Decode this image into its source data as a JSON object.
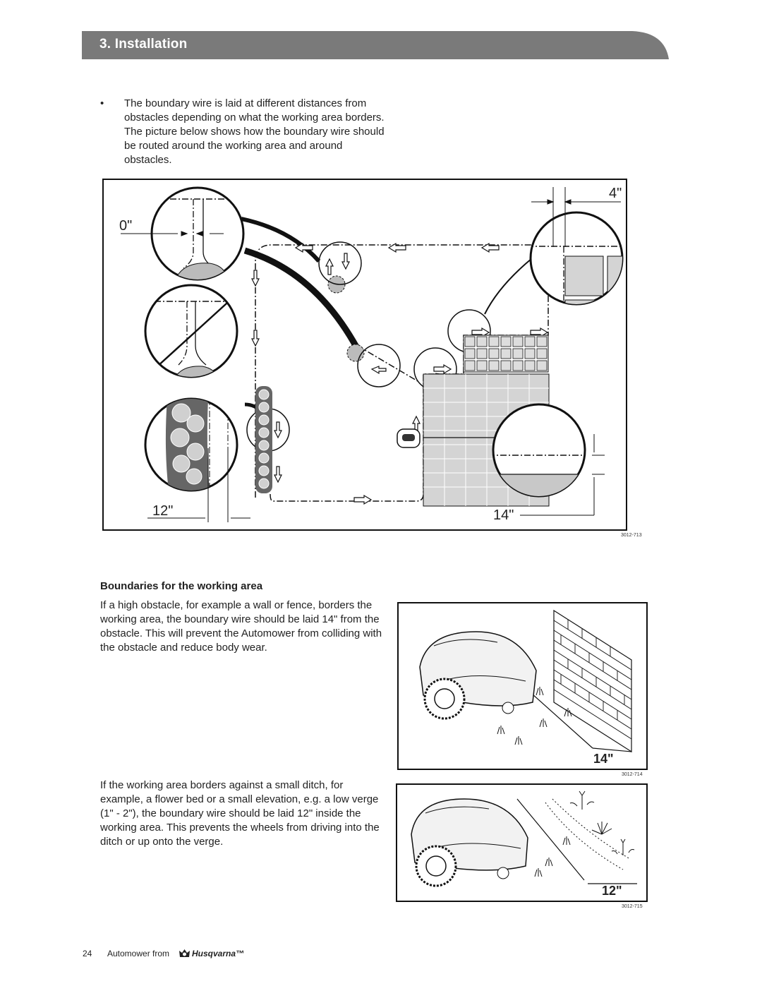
{
  "header": {
    "title": "3. Installation"
  },
  "intro": {
    "bullet": "•",
    "text": "The boundary wire is laid at different distances from obstacles depending on what the working area borders. The picture below shows how the boundary wire should be routed around the working area and around obstacles."
  },
  "figure_main": {
    "labels": {
      "d0": "0\"",
      "d4": "4\"",
      "d12": "12\"",
      "d14": "14\""
    },
    "code": "3012-713"
  },
  "section": {
    "heading": "Boundaries for the working area",
    "para1": "If a high obstacle, for example a wall or fence, borders the working area, the boundary wire should be laid 14\" from the obstacle. This will prevent the Automower from colliding with the obstacle and reduce body wear.",
    "para2": "If the working area borders against a small ditch, for example, a flower bed or a small elevation, e.g. a low verge (1\" - 2\"), the boundary wire should be laid 12\" inside the working area. This prevents the wheels from driving into the ditch or up onto the verge."
  },
  "figure_wall": {
    "label": "14\"",
    "code": "3012-714"
  },
  "figure_ditch": {
    "label": "12\"",
    "code": "3012-715"
  },
  "footer": {
    "page_number": "24",
    "prefix": "Automower from",
    "brand": "Husqvarna™",
    "logo_icon": "husqvarna-crown-logo-icon"
  },
  "colors": {
    "header_bar": "#7a7a7a",
    "ink": "#111111",
    "fill_gray": "#c8c8c8",
    "hedge": "#555555"
  }
}
